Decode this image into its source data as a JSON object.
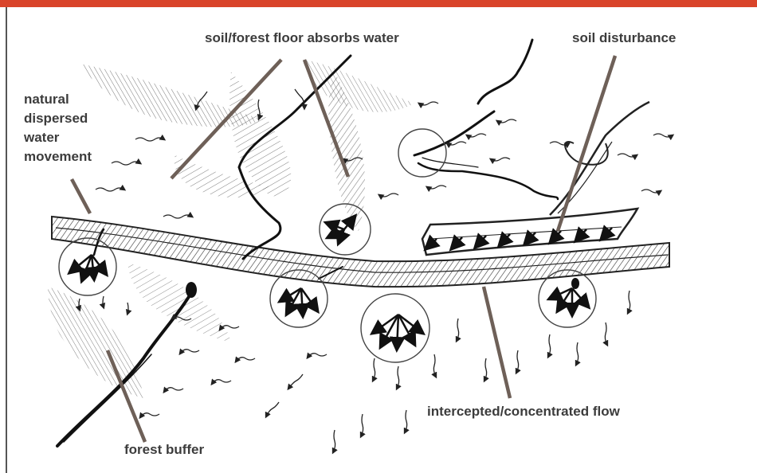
{
  "labels": {
    "soil_absorbs": "soil/forest floor absorbs water",
    "soil_disturbance": "soil disturbance",
    "natural_lines": [
      "natural",
      "dispersed",
      "water",
      "movement"
    ],
    "intercepted": "intercepted/concentrated flow",
    "forest_buffer": "forest buffer"
  },
  "colors": {
    "accent_bar": "#d9442a",
    "label_text": "#3c3c3c",
    "leader_line": "#6e6058",
    "sketch": "#222222"
  }
}
